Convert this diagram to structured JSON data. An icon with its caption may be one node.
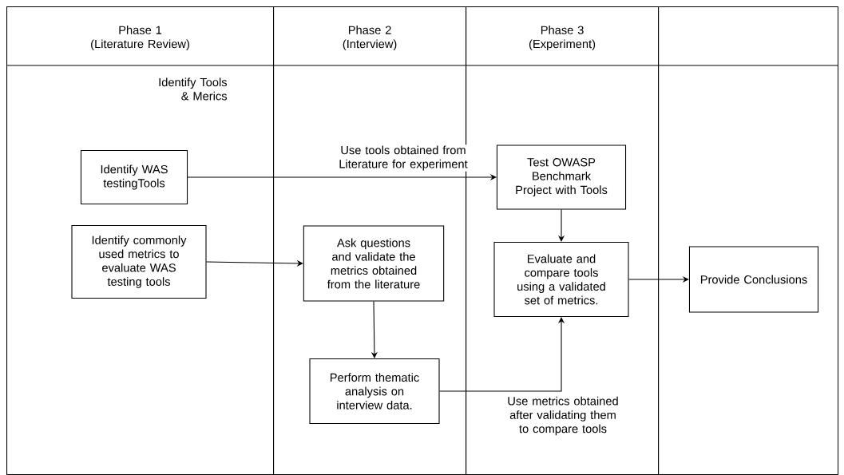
{
  "diagram": {
    "nodes": [
      {
        "text": [
          "Phase 1 (Literature Review)"
        ]
      },
      {
        "text": [
          "Phase 2 (Interview)"
        ]
      },
      {
        "text": [
          "Phase 3 (Experiment)"
        ]
      },
      {
        "text": [],
        "shape": "box"
      },
      {
        "text": [
          "Identify WAS testingTools"
        ],
        "in": 0
      },
      {
        "text": [
          "Identify commonly used metrics to evaluate WAS testing tools"
        ],
        "in": 0
      },
      {
        "text": [
          "Ask questions and validate the metrics obtained from the literature"
        ],
        "in": 1
      },
      {
        "text": [
          "Perform thematic analysis on interview data."
        ],
        "in": 1
      },
      {
        "text": [
          "Test OWASP Benchmark Project with Tools"
        ],
        "in": 2
      },
      {
        "text": [
          "Evaluate and compare tools using a validated set of metrics."
        ],
        "in": 2
      },
      {
        "text": [
          "Provide Conclusions"
        ],
        "in": 3
      }
    ],
    "edges": [
      {
        "from": 4,
        "to": 8,
        "arrow": "to",
        "label": "Use tools obtained from Literature for experiment"
      },
      {
        "from": 5,
        "to": 6,
        "arrow": "to"
      },
      {
        "from": 6,
        "to": 7,
        "arrow": "to"
      },
      {
        "from": 8,
        "to": 9,
        "arrow": "to"
      },
      {
        "from": 7,
        "to": 9,
        "arrow": "to",
        "label": "Use metrics obtained after validating them to compare tools"
      },
      {
        "from": 9,
        "to": 10,
        "arrow": "to"
      }
    ],
    "labels": [
      "Identify Tools & Merics"
    ]
  }
}
